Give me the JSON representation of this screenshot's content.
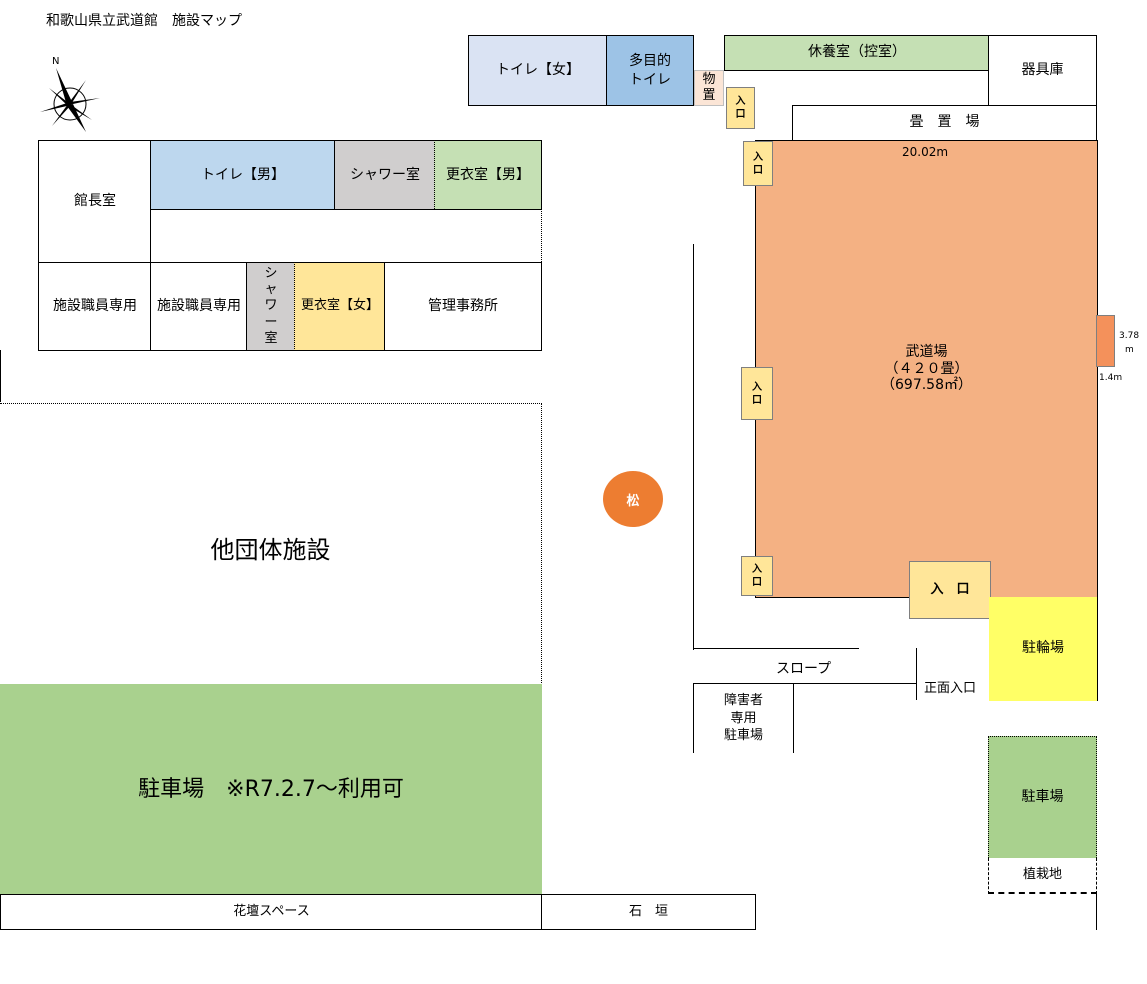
{
  "title": "和歌山県立武道館　施設マップ",
  "compass_label": "N",
  "colors": {
    "toilet_female": "#dae3f3",
    "multipurpose_toilet": "#9dc3e6",
    "storage_small": "#fbe5d6",
    "rest_room": "#c5e0b4",
    "toilet_male": "#bdd7ee",
    "shower": "#d0cece",
    "locker_male": "#c5e0b4",
    "locker_female": "#ffe699",
    "dojo": "#f4b183",
    "entry": "#ffe699",
    "bicycle_parking": "#ffff66",
    "parking": "#a9d18e",
    "pine": "#ed7d31"
  },
  "rooms": {
    "toilet_female": "トイレ【女】",
    "multipurpose_toilet": [
      "多目的",
      "トイレ"
    ],
    "storage_small": [
      "物",
      "置"
    ],
    "rest_room": "休養室（控室）",
    "equipment_storage": "器具庫",
    "tatami_storage": "畳　置　場",
    "director_room": "館長室",
    "toilet_male": "トイレ【男】",
    "shower_room": "シャワー室",
    "locker_male": "更衣室【男】",
    "staff_only_1": "施設職員専用",
    "staff_only_2": "施設職員専用",
    "shower_vertical": [
      "シ",
      "ャ",
      "ワ",
      "ー",
      "室"
    ],
    "locker_female": "更衣室【女】",
    "admin_office": "管理事務所",
    "other_facility": "他団体施設",
    "parking_main": "駐車場　※R7.2.7～利用可",
    "flower_bed": "花壇スペース",
    "stone_wall": "石　垣",
    "slope": "スロープ",
    "accessible_parking": [
      "障害者",
      "専用",
      "駐車場"
    ],
    "front_entrance": "正面入口",
    "bicycle_parking": "駐輪場",
    "parking_right": "駐車場",
    "planting_area": "植栽地",
    "pine_tree": "松"
  },
  "dojo": {
    "name": "武道場",
    "capacity": "（４２０畳）",
    "area": "（697.58㎡）",
    "width_label": "20.02m",
    "side_label_top": "3.78",
    "side_label_unit": "m",
    "side_label_bottom": "1.4m"
  },
  "entry": {
    "small_top": "入",
    "small_bottom": "口",
    "main": "入　口"
  }
}
